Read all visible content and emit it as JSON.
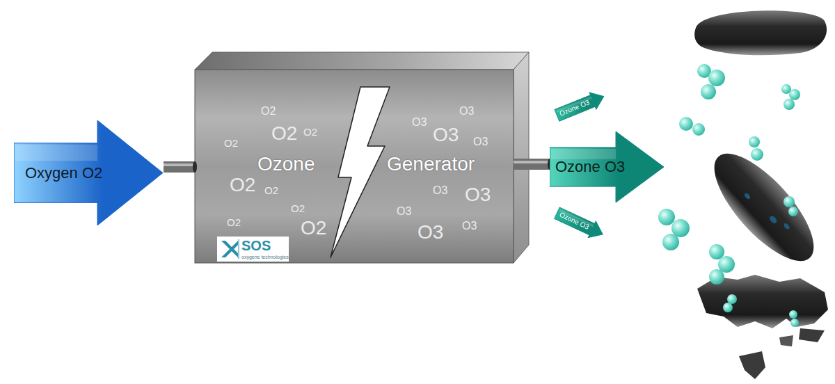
{
  "diagram": {
    "nodes": [
      {
        "text": [
          "Oxygen O2"
        ]
      },
      {
        "text": [
          "Ozone",
          "Generator"
        ]
      },
      {
        "text": [
          "Ozone O3"
        ]
      },
      {
        "text": [
          "Ozone O3"
        ]
      },
      {
        "text": [
          "Ozone O3"
        ]
      }
    ],
    "edges": [
      {
        "from": 0,
        "to": 1,
        "arrow": "none"
      },
      {
        "from": 1,
        "to": 2,
        "arrow": "none"
      }
    ],
    "labels": [
      "O2",
      "O2",
      "O2",
      "O2",
      "O2",
      "O2",
      "O2",
      "O2",
      "O2",
      "O3",
      "O3",
      "O3",
      "O3",
      "O3",
      "O3",
      "O3",
      "O3",
      "O3",
      "SOS",
      "oxygene technologies"
    ]
  }
}
